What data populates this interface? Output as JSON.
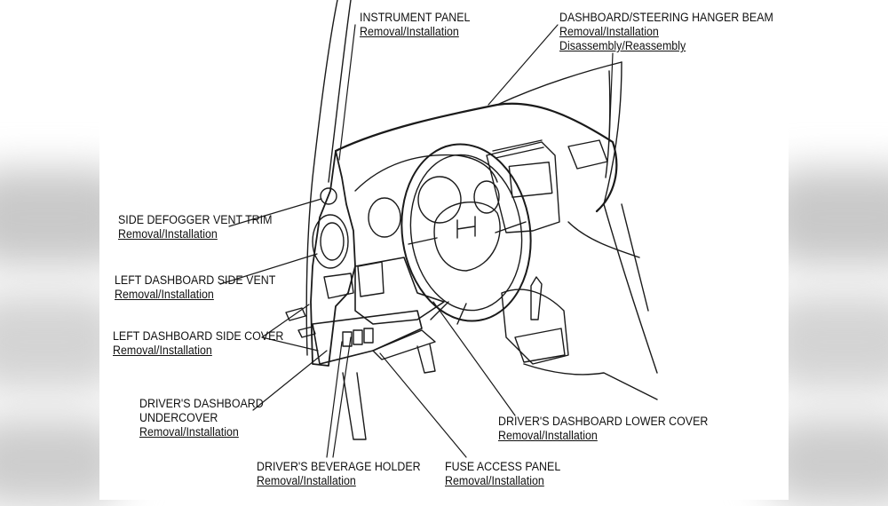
{
  "labels": {
    "instrument_panel": {
      "title": "INSTRUMENT PANEL",
      "link1": "Removal/Installation"
    },
    "hanger_beam": {
      "title": "DASHBOARD/STEERING HANGER BEAM",
      "link1": "Removal/Installation",
      "link2": "Disassembly/Reassembly"
    },
    "defogger": {
      "title": "SIDE DEFOGGER VENT TRIM",
      "link1": "Removal/Installation"
    },
    "side_vent": {
      "title": "LEFT DASHBOARD SIDE VENT",
      "link1": "Removal/Installation"
    },
    "side_cover": {
      "title": "LEFT DASHBOARD SIDE COVER",
      "link1": "Removal/Installation"
    },
    "undercover": {
      "title1": "DRIVER'S DASHBOARD",
      "title2": "UNDERCOVER",
      "link1": "Removal/Installation"
    },
    "lower_cover": {
      "title": "DRIVER'S DASHBOARD LOWER COVER",
      "link1": "Removal/Installation"
    },
    "beverage_holder": {
      "title": "DRIVER'S BEVERAGE HOLDER",
      "link1": "Removal/Installation"
    },
    "fuse_panel": {
      "title": "FUSE ACCESS PANEL",
      "link1": "Removal/Installation"
    }
  },
  "colors": {
    "line": "#1a1a1a",
    "background": "#ffffff",
    "side_blur": "#cfcfcf"
  }
}
